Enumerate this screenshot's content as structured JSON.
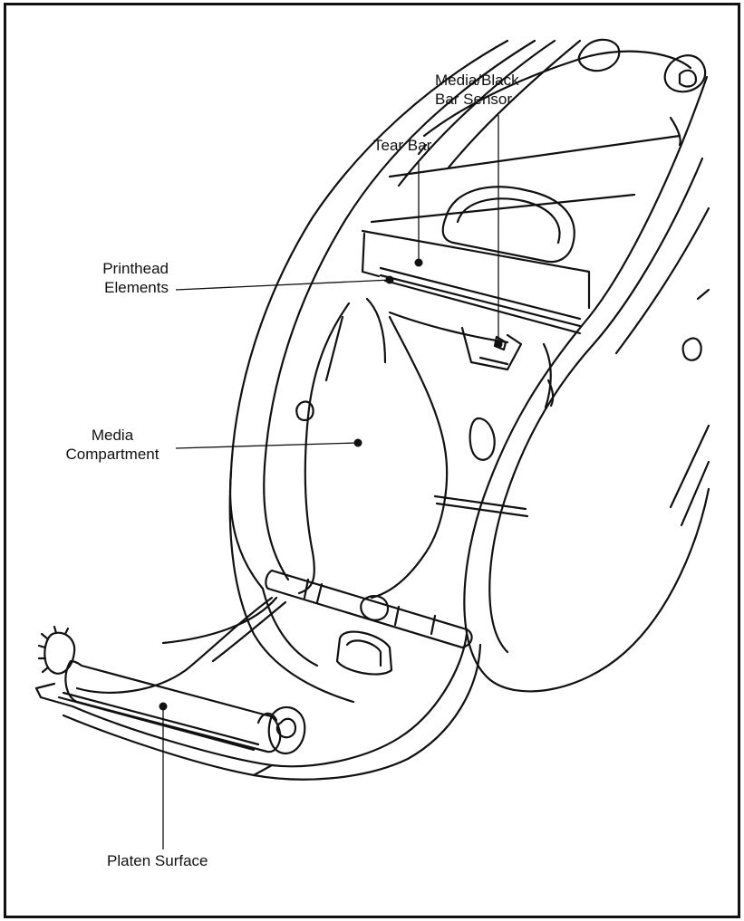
{
  "callouts": {
    "media_sensor": {
      "line1": "Media/Black",
      "line2": "Bar Sensor"
    },
    "tear_bar": {
      "label": "Tear Bar"
    },
    "printhead": {
      "line1": "Printhead",
      "line2": "Elements"
    },
    "media_compartment": {
      "line1": "Media",
      "line2": "Compartment"
    },
    "platen": {
      "label": "Platen Surface"
    }
  },
  "colors": {
    "line": "#111111",
    "background": "#ffffff",
    "body_fill": "#ffffff"
  }
}
